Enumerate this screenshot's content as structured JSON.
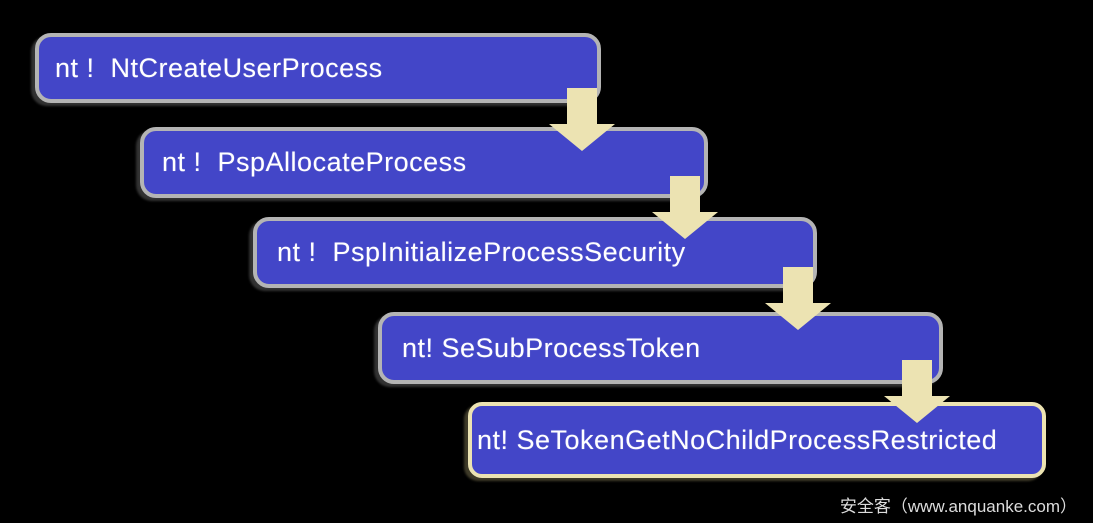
{
  "diagram": {
    "type": "flow-call-chain",
    "background_color": "#000000",
    "node_fill_color": "#4346c8",
    "node_border_color": "#b4b4b4",
    "highlight_node_border_color": "#ece3b2",
    "arrow_color": "#ece3b2",
    "text_color": "#ffffff",
    "nodes": [
      {
        "id": 1,
        "label": "nt !  NtCreateUserProcess"
      },
      {
        "id": 2,
        "label": "nt !  PspAllocateProcess"
      },
      {
        "id": 3,
        "label": "nt !  PspInitializeProcessSecurity"
      },
      {
        "id": 4,
        "label": "nt! SeSubProcessToken"
      },
      {
        "id": 5,
        "label": "nt! SeTokenGetNoChildProcessRestricted"
      }
    ],
    "edges": [
      {
        "from": 1,
        "to": 2,
        "style": "down-arrow"
      },
      {
        "from": 2,
        "to": 3,
        "style": "down-arrow"
      },
      {
        "from": 3,
        "to": 4,
        "style": "down-arrow"
      },
      {
        "from": 4,
        "to": 5,
        "style": "down-arrow"
      }
    ]
  },
  "watermark": {
    "text": "安全客（www.anquanke.com）"
  }
}
